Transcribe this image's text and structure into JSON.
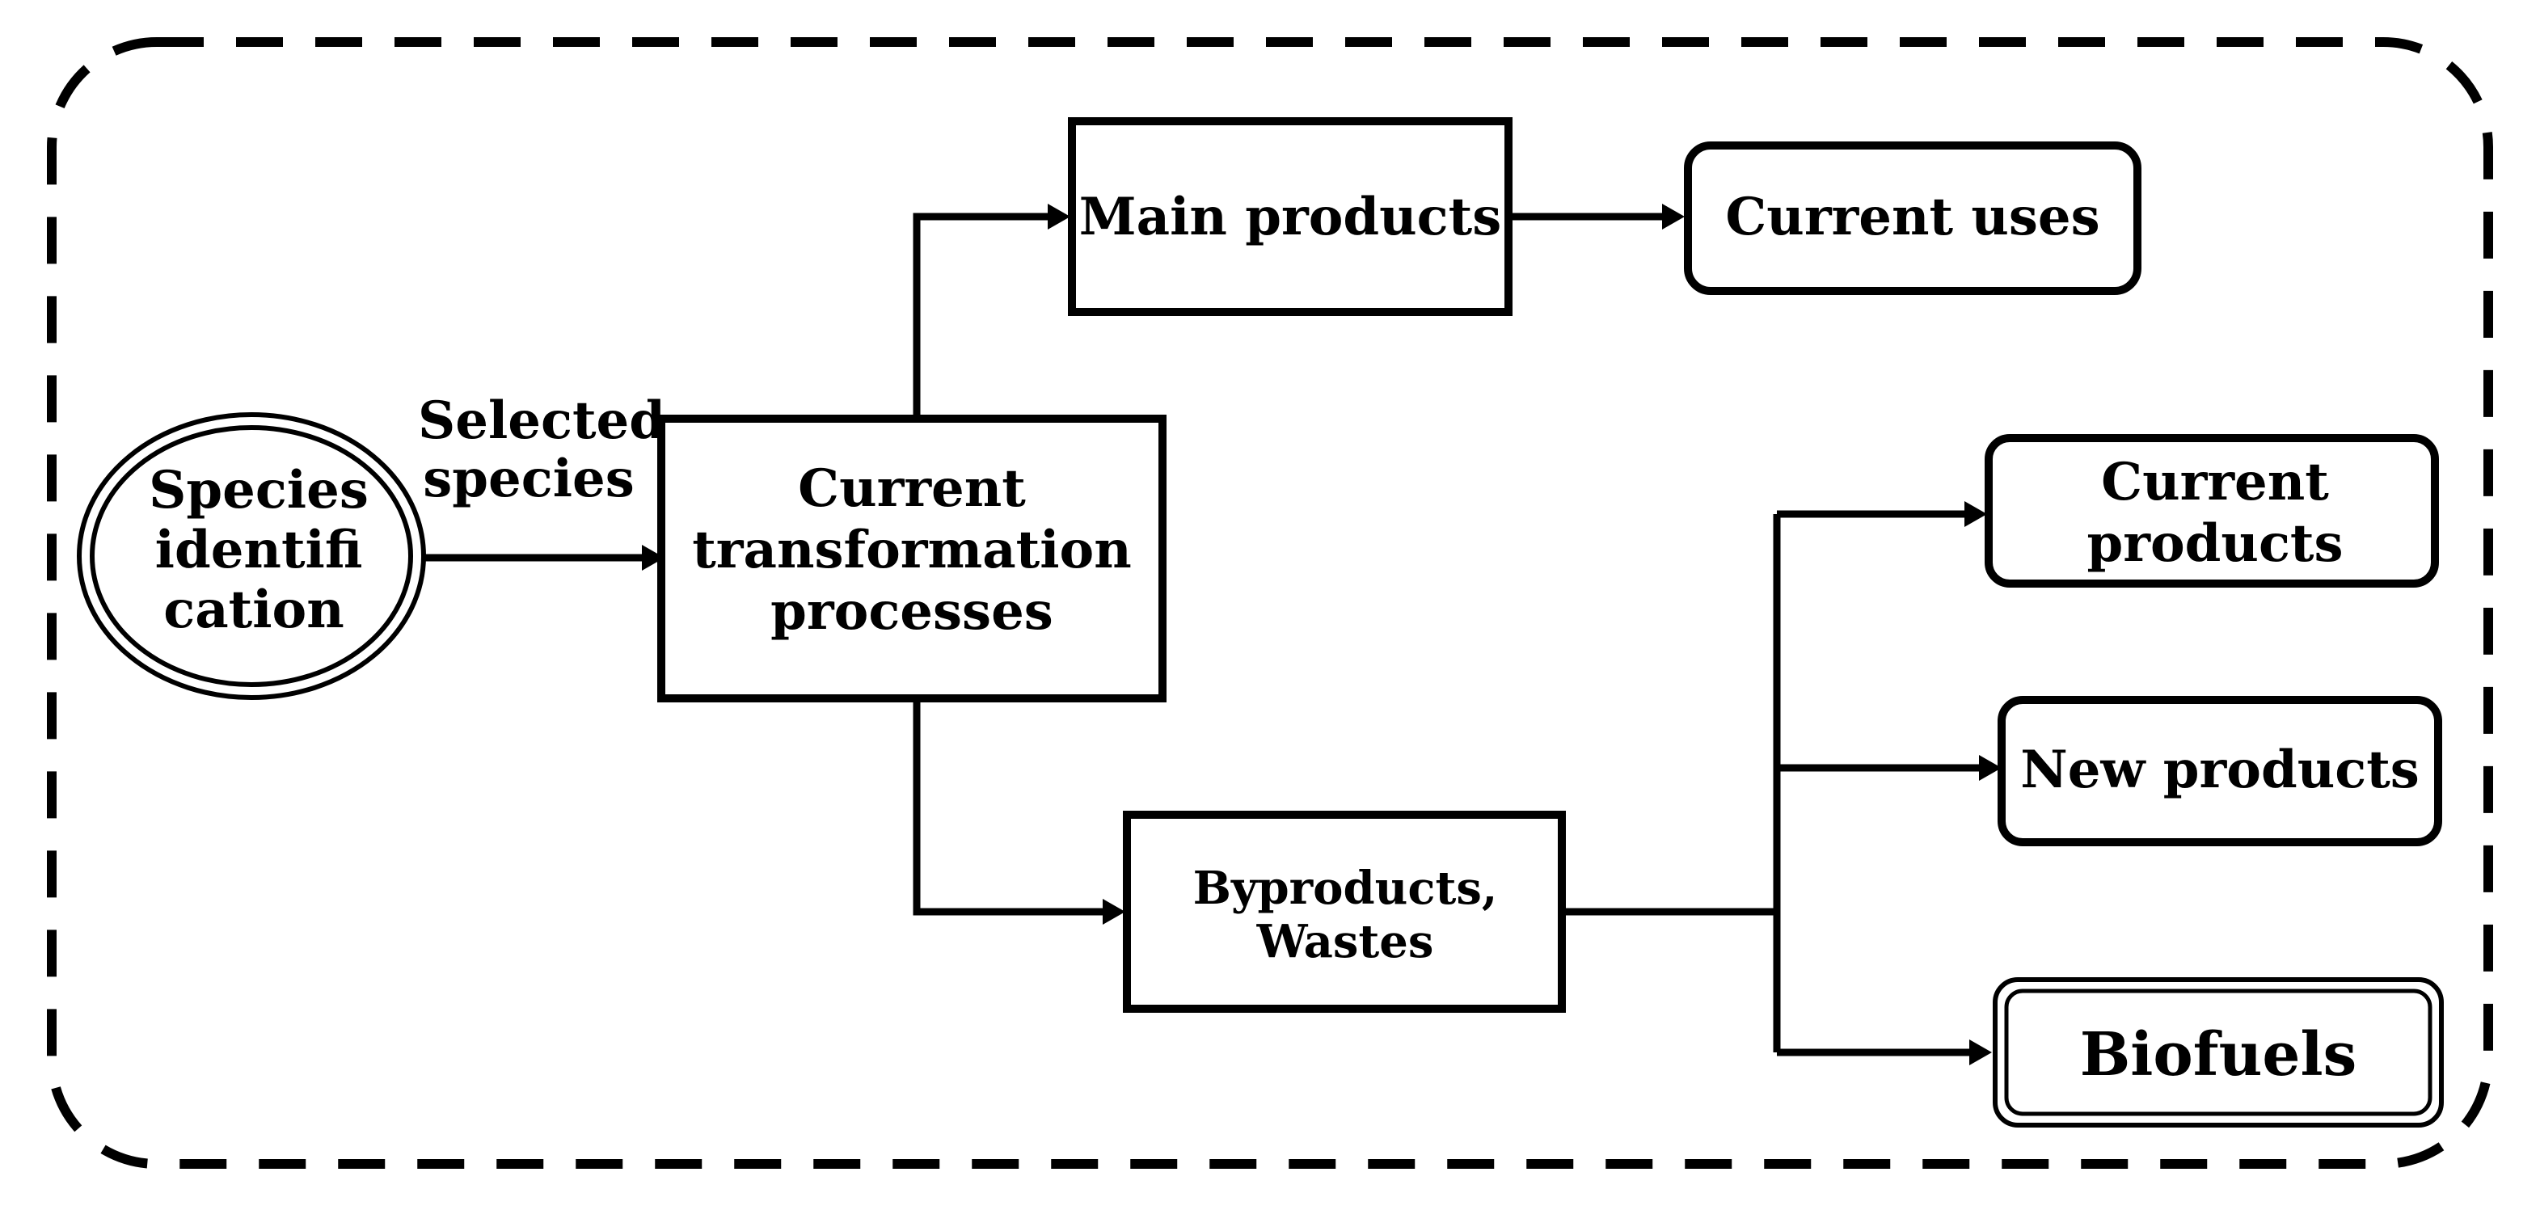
{
  "nodes": {
    "species_identification": [
      "Species",
      "identifi",
      "cation"
    ],
    "current_transformation": [
      "Current",
      "transformation",
      "processes"
    ],
    "main_products": "Main products",
    "current_uses": "Current uses",
    "byproducts_wastes": [
      "Byproducts,",
      "Wastes"
    ],
    "current_products": [
      "Current",
      "products"
    ],
    "new_products": "New products",
    "biofuels": "Biofuels"
  },
  "edge_labels": {
    "selected_species": [
      "Selected",
      "species"
    ]
  }
}
